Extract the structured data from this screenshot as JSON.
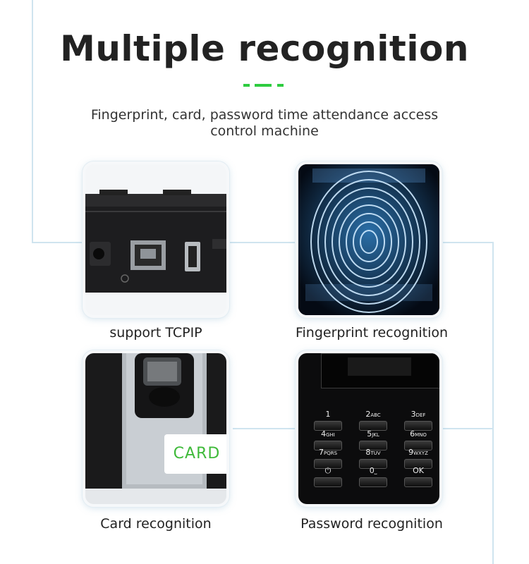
{
  "header": {
    "title": "Multiple recognition",
    "subtitle": "Fingerprint, card, password time attendance access control machine"
  },
  "features": [
    {
      "caption": "support TCPIP"
    },
    {
      "caption": "Fingerprint recognition"
    },
    {
      "caption": "Card recognition",
      "overlay_label": "CARD"
    },
    {
      "caption": "Password recognition"
    }
  ],
  "keypad": {
    "keys": [
      {
        "digit": "1",
        "letters": ""
      },
      {
        "digit": "2",
        "letters": "ABC"
      },
      {
        "digit": "3",
        "letters": "DEF"
      },
      {
        "digit": "4",
        "letters": "GHI"
      },
      {
        "digit": "5",
        "letters": "JKL"
      },
      {
        "digit": "6",
        "letters": "MNO"
      },
      {
        "digit": "7",
        "letters": "PQRS"
      },
      {
        "digit": "8",
        "letters": "TUV"
      },
      {
        "digit": "9",
        "letters": "WXYZ"
      },
      {
        "digit": "⏻",
        "letters": ""
      },
      {
        "digit": "0",
        "letters": "⎵"
      },
      {
        "digit": "OK",
        "letters": ""
      }
    ]
  },
  "colors": {
    "accent": "#2ecc40",
    "frame_line": "#cfe4ef",
    "card_label": "#3fba3a"
  }
}
